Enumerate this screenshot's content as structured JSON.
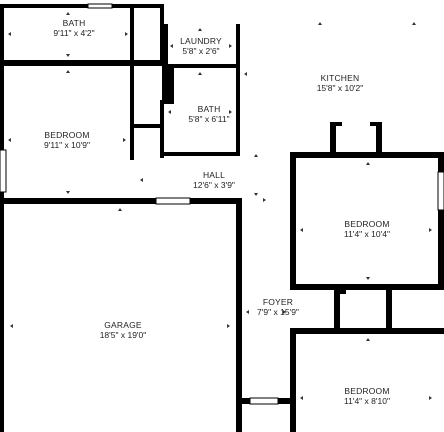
{
  "colors": {
    "wall": "#000000",
    "background": "#ffffff",
    "text": "#222222",
    "dim_mark": "#333333"
  },
  "rooms": {
    "bath_top": {
      "name": "BATH",
      "dim": "9'11\" x 4'2\""
    },
    "laundry": {
      "name": "LAUNDRY",
      "dim": "5'8\" x 2'6\""
    },
    "kitchen": {
      "name": "KITCHEN",
      "dim": "15'8\" x 10'2\""
    },
    "bath_mid": {
      "name": "BATH",
      "dim": "5'8\" x 6'11\""
    },
    "bedroom_left": {
      "name": "BEDROOM",
      "dim": "9'11\" x 10'9\""
    },
    "hall": {
      "name": "HALL",
      "dim": "12'6\" x 3'9\""
    },
    "bedroom_right_top": {
      "name": "BEDROOM",
      "dim": "11'4\" x 10'4\""
    },
    "garage": {
      "name": "GARAGE",
      "dim": "18'5\" x 19'0\""
    },
    "foyer": {
      "name": "FOYER",
      "dim": "7'9\" x 15'9\""
    },
    "bedroom_right_bottom": {
      "name": "BEDROOM",
      "dim": "11'4\" x 8'10\""
    }
  }
}
